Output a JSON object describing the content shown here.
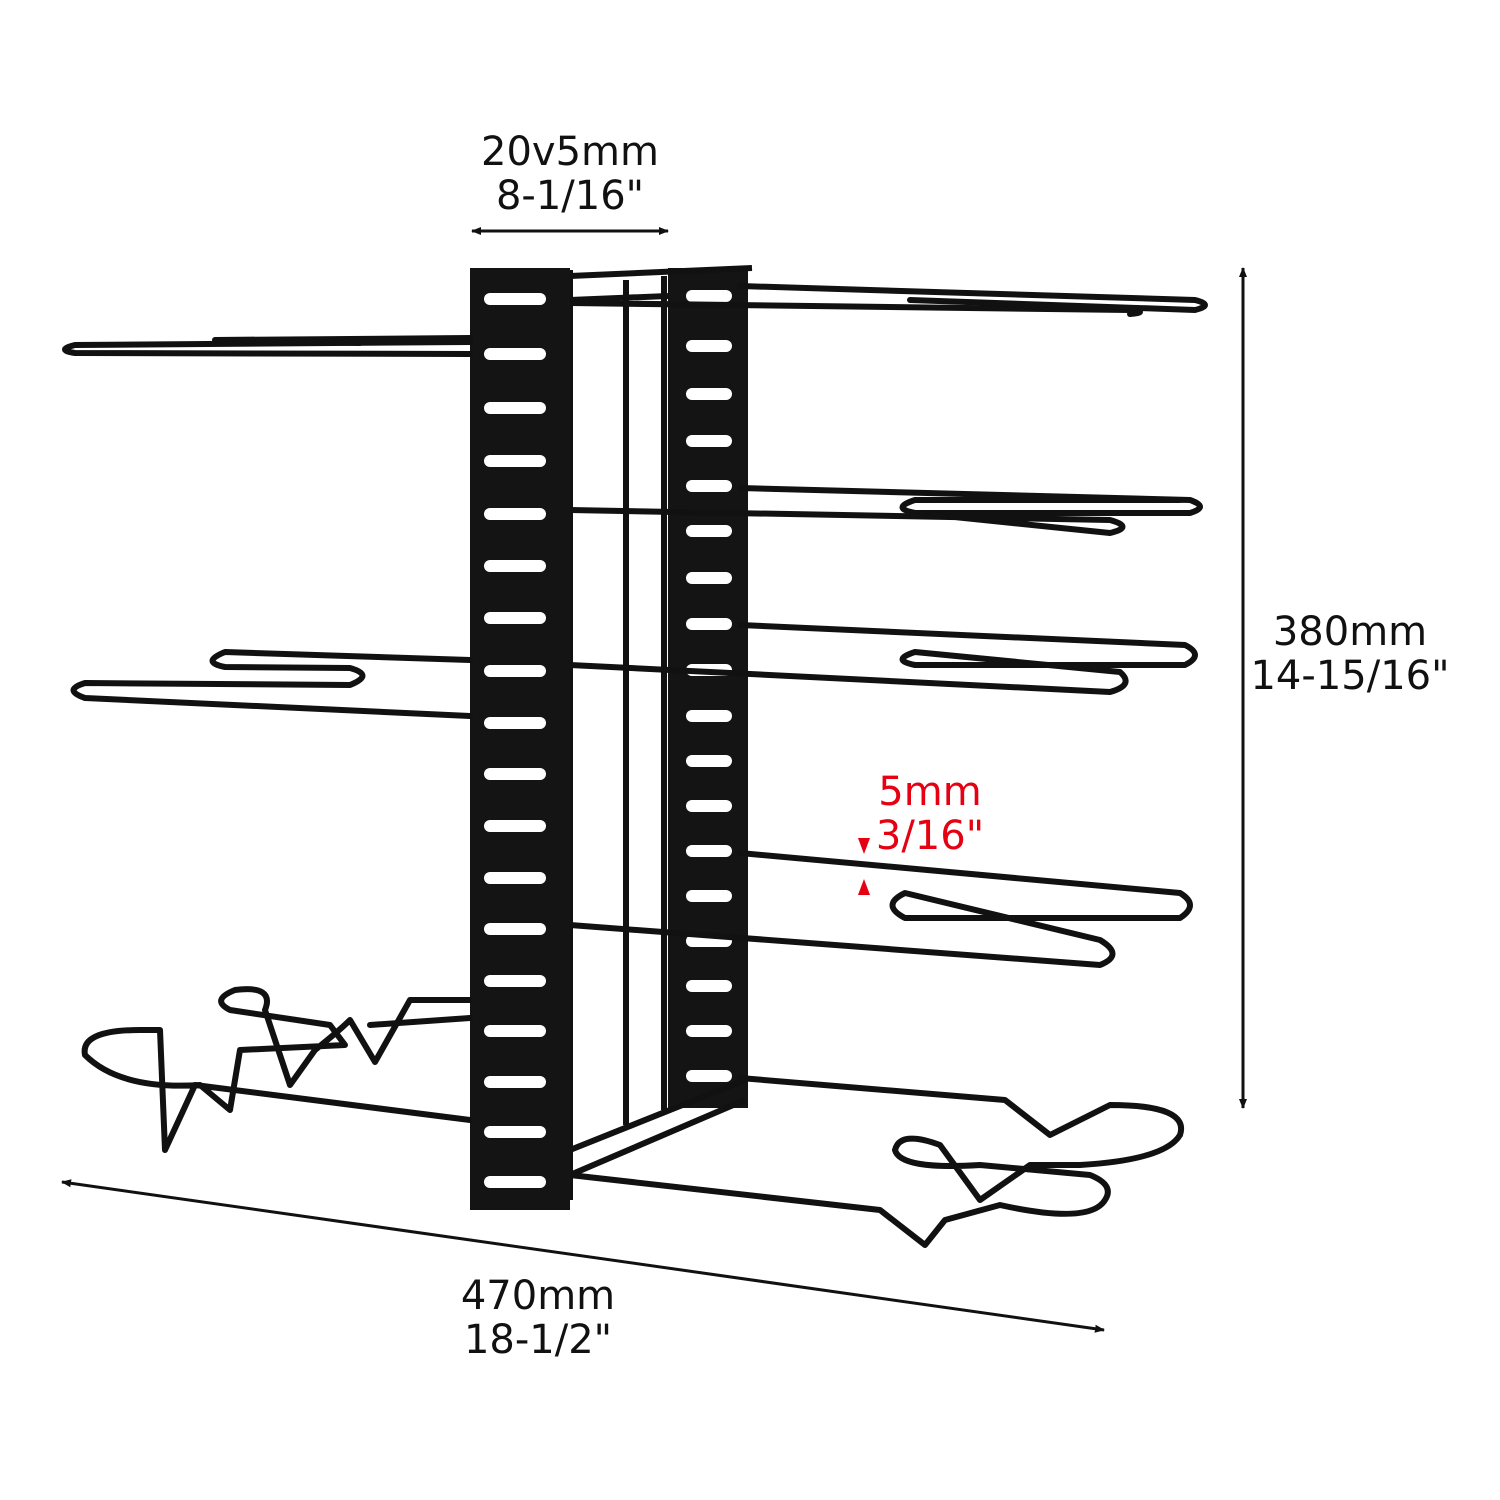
{
  "dimensions": {
    "depth": {
      "metric": "20v5mm",
      "imperial": "8-1/16\""
    },
    "height": {
      "metric": "380mm",
      "imperial": "14-15/16\""
    },
    "length": {
      "metric": "470mm",
      "imperial": "18-1/2\""
    },
    "wire": {
      "metric": "5mm",
      "imperial": "3/16\""
    }
  },
  "colors": {
    "product": "#111111",
    "annotation": "#111111",
    "highlight": "#e50012",
    "background": "#ffffff"
  }
}
